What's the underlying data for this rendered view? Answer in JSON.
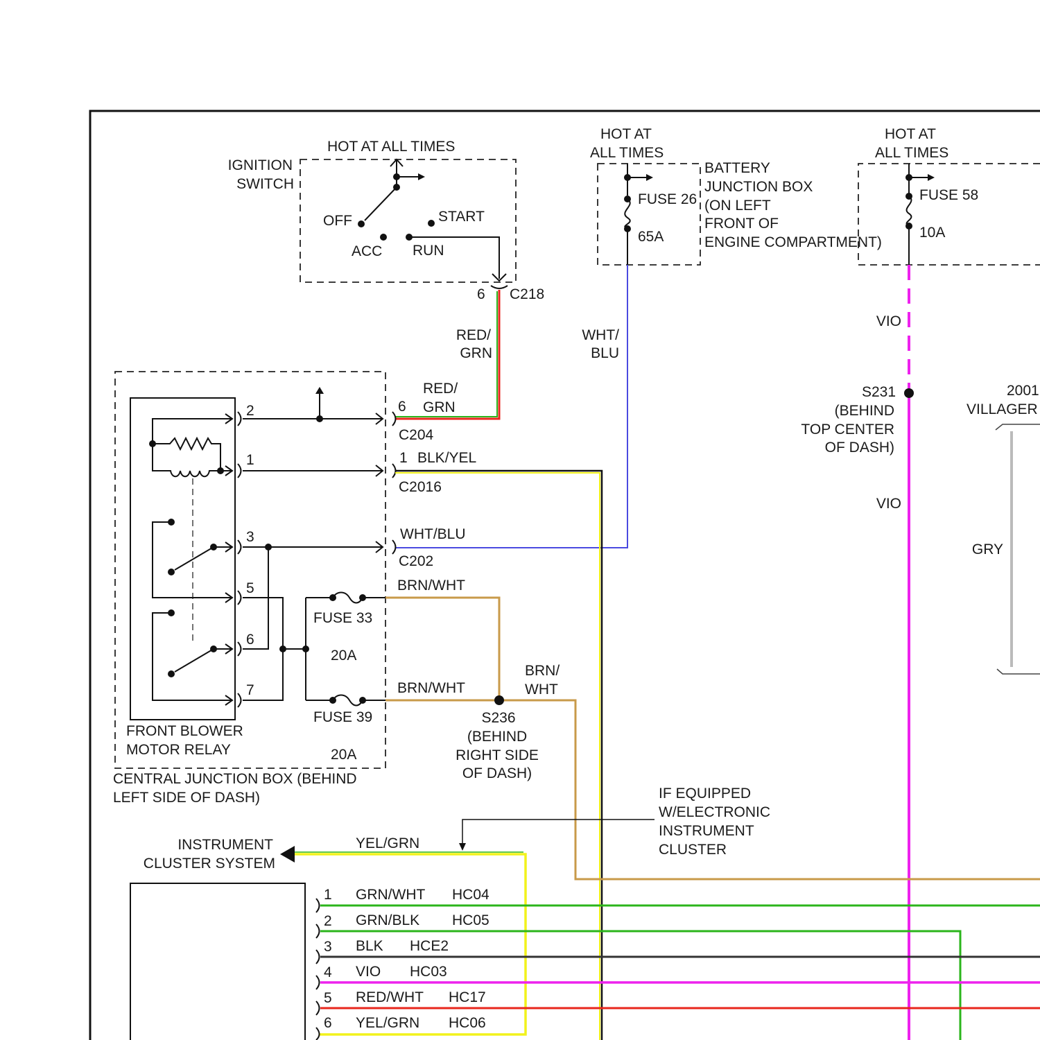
{
  "colors": {
    "red": "#e8261c",
    "green": "#2bb51b",
    "yellow": "#f2f21c",
    "blue": "#4a4ae0",
    "violet": "#ee22ee",
    "brown": "#c89a4a",
    "black": "#111111",
    "gray": "#bbbbbb"
  },
  "ignition": {
    "title": "HOT AT ALL TIMES",
    "name_line1": "IGNITION",
    "name_line2": "SWITCH",
    "off": "OFF",
    "acc": "ACC",
    "run": "RUN",
    "start": "START",
    "pin": "6",
    "connector": "C218"
  },
  "battery_box": {
    "hot1": "HOT AT",
    "hot2": "ALL TIMES",
    "fuse26": "FUSE 26",
    "fuse26_amp": "65A",
    "name1": "BATTERY",
    "name2": "JUNCTION BOX",
    "name3": "(ON LEFT",
    "name4": "FRONT OF",
    "name5": "ENGINE COMPARTMENT)",
    "hot3": "HOT AT",
    "hot4": "ALL TIMES",
    "fuse58": "FUSE 58",
    "fuse58_amp": "10A"
  },
  "wires": {
    "red_grn_1": "RED/",
    "red_grn_2": "GRN",
    "wht_blu_1": "WHT/",
    "wht_blu_2": "BLU",
    "vio_1": "VIO",
    "vio_2": "VIO",
    "gry": "GRY",
    "brn_wht_1": "BRN/",
    "brn_wht_2": "WHT"
  },
  "splices": {
    "s231": "S231",
    "s231_l1": "(BEHIND",
    "s231_l2": "TOP CENTER",
    "s231_l3": "OF DASH)",
    "s236": "S236",
    "s236_l1": "(BEHIND",
    "s236_l2": "RIGHT SIDE",
    "s236_l3": "OF DASH)"
  },
  "model": {
    "year": "2001",
    "name": "VILLAGER"
  },
  "relay_connectors": [
    {
      "pin": "2"
    },
    {
      "pin": "1"
    },
    {
      "pin": "3"
    },
    {
      "pin": "5"
    },
    {
      "pin": "6"
    },
    {
      "pin": "7"
    }
  ],
  "cjb_connectors": {
    "c204_pin": "6",
    "c204_wire_1": "RED/",
    "c204_wire_2": "GRN",
    "c204": "C204",
    "c2016_pin": "1",
    "c2016_wire": "BLK/YEL",
    "c2016": "C2016",
    "c202_wire": "WHT/BLU",
    "c202": "C202",
    "fuse33_wire": "BRN/WHT",
    "fuse33": "FUSE 33",
    "fuse33_amp": "20A",
    "fuse39_wire": "BRN/WHT",
    "fuse39": "FUSE 39",
    "fuse39_amp": "20A"
  },
  "relay": {
    "line1": "FRONT BLOWER",
    "line2": "MOTOR RELAY"
  },
  "cjb": {
    "line1": "CENTRAL JUNCTION BOX (BEHIND",
    "line2": "LEFT SIDE OF DASH)"
  },
  "note": {
    "l1": "IF EQUIPPED",
    "l2": "W/ELECTRONIC",
    "l3": "INSTRUMENT",
    "l4": "CLUSTER"
  },
  "cluster": {
    "l1": "INSTRUMENT",
    "l2": "CLUSTER SYSTEM",
    "yel_grn": "YEL/GRN"
  },
  "bottom_connector": [
    {
      "pin": "1",
      "wire": "GRN/WHT",
      "circuit": "HC04"
    },
    {
      "pin": "2",
      "wire": "GRN/BLK",
      "circuit": "HC05"
    },
    {
      "pin": "3",
      "wire": "BLK",
      "circuit": "HCE2"
    },
    {
      "pin": "4",
      "wire": "VIO",
      "circuit": "HC03"
    },
    {
      "pin": "5",
      "wire": "RED/WHT",
      "circuit": "HC17"
    },
    {
      "pin": "6",
      "wire": "YEL/GRN",
      "circuit": "HC06"
    }
  ]
}
